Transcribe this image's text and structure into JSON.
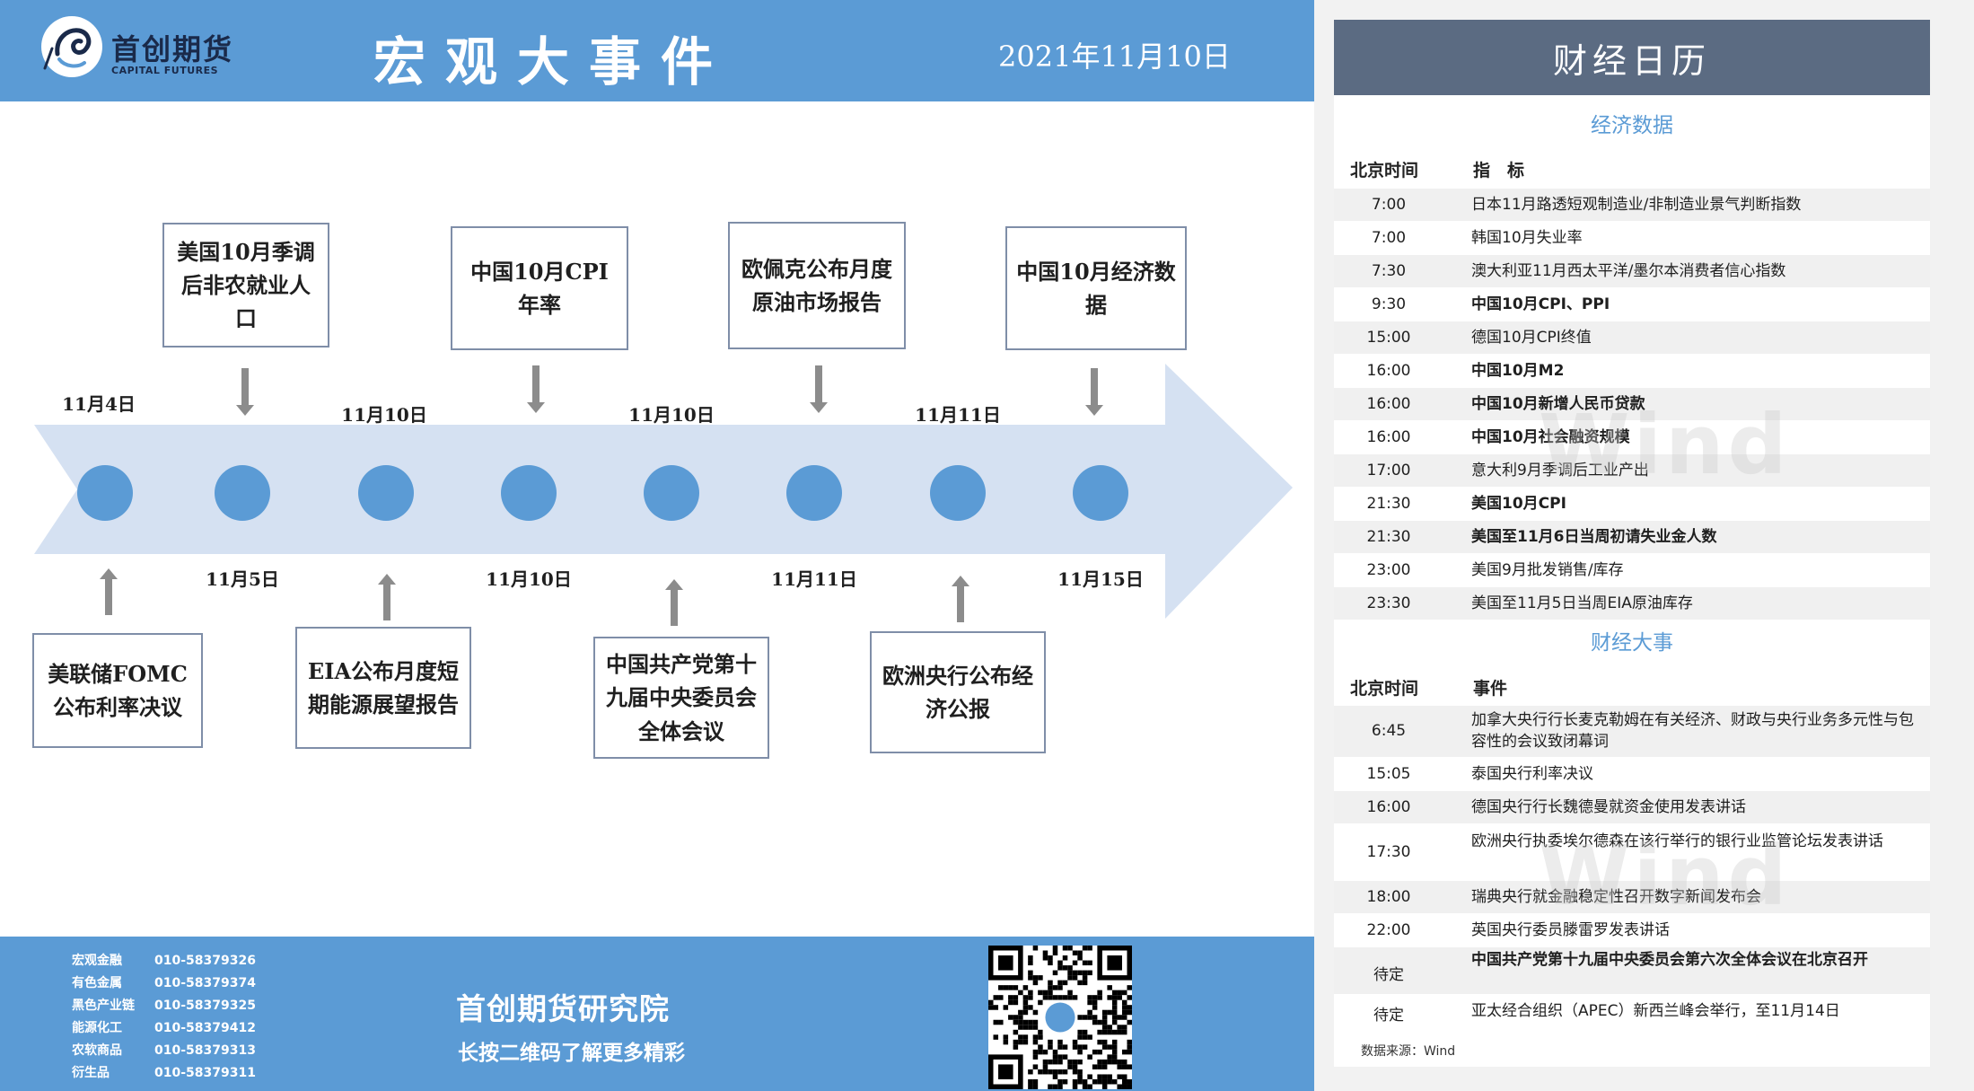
{
  "header": {
    "logo_cn": "首创期货",
    "logo_en": "CAPITAL FUTURES",
    "title": "宏观大事件",
    "date": "2021年11月10日"
  },
  "timeline": {
    "top_dates": [
      "11月4日",
      "11月10日",
      "11月10日",
      "11月11日"
    ],
    "bottom_dates": [
      "11月5日",
      "11月10日",
      "11月11日",
      "11月15日"
    ],
    "top_events": [
      "美国10月季调后非农就业人口",
      "中国10月CPI年率",
      "欧佩克公布月度原油市场报告",
      "中国10月经济数据"
    ],
    "bottom_events": [
      "美联储FOMC公布利率决议",
      "EIA公布月度短期能源展望报告",
      "中国共产党第十九届中央委员会全体会议",
      "欧洲央行公布经济公报"
    ]
  },
  "footer": {
    "contacts": [
      {
        "dept": "宏观金融",
        "phone": "010-58379326"
      },
      {
        "dept": "有色金属",
        "phone": "010-58379374"
      },
      {
        "dept": "黑色产业链",
        "phone": "010-58379325"
      },
      {
        "dept": "能源化工",
        "phone": "010-58379412"
      },
      {
        "dept": "农软商品",
        "phone": "010-58379313"
      },
      {
        "dept": "衍生品",
        "phone": "010-58379311"
      }
    ],
    "title": "首创期货研究院",
    "subtitle": "长按二维码了解更多精彩"
  },
  "calendar": {
    "title": "财经日历",
    "econ_section_title": "经济数据",
    "econ_col_time": "北京时间",
    "econ_col_item": "指　标",
    "econ_rows": [
      {
        "time": "7:00",
        "item": "日本11月路透短观制造业/非制造业景气判断指数",
        "bold": false
      },
      {
        "time": "7:00",
        "item": "韩国10月失业率",
        "bold": false
      },
      {
        "time": "7:30",
        "item": "澳大利亚11月西太平洋/墨尔本消费者信心指数",
        "bold": false
      },
      {
        "time": "9:30",
        "item": "中国10月CPI、PPI",
        "bold": true
      },
      {
        "time": "15:00",
        "item": "德国10月CPI终值",
        "bold": false
      },
      {
        "time": "16:00",
        "item": "中国10月M2",
        "bold": true
      },
      {
        "time": "16:00",
        "item": "中国10月新增人民币贷款",
        "bold": true
      },
      {
        "time": "16:00",
        "item": "中国10月社会融资规模",
        "bold": true
      },
      {
        "time": "17:00",
        "item": "意大利9月季调后工业产出",
        "bold": false
      },
      {
        "time": "21:30",
        "item": "美国10月CPI",
        "bold": true
      },
      {
        "time": "21:30",
        "item": "美国至11月6日当周初请失业金人数",
        "bold": true
      },
      {
        "time": "23:00",
        "item": "美国9月批发销售/库存",
        "bold": false
      },
      {
        "time": "23:30",
        "item": "美国至11月5日当周EIA原油库存",
        "bold": false
      }
    ],
    "event_section_title": "财经大事",
    "event_col_time": "北京时间",
    "event_col_item": "事件",
    "event_rows": [
      {
        "time": "6:45",
        "item": "加拿大央行行长麦克勒姆在有关经济、财政与央行业务多元性与包容性的会议致闭幕词",
        "bold": false
      },
      {
        "time": "15:05",
        "item": "泰国央行利率决议",
        "bold": false
      },
      {
        "time": "16:00",
        "item": "德国央行行长魏德曼就资金使用发表讲话",
        "bold": false
      },
      {
        "time": "17:30",
        "item": "欧洲央行执委埃尔德森在该行举行的银行业监管论坛发表讲话",
        "bold": false
      },
      {
        "time": "18:00",
        "item": "瑞典央行就金融稳定性召开数字新闻发布会",
        "bold": false
      },
      {
        "time": "22:00",
        "item": "英国央行委员滕雷罗发表讲话",
        "bold": false
      },
      {
        "time": "待定",
        "item": "中国共产党第十九届中央委员会第六次全体会议在北京召开",
        "bold": true
      },
      {
        "time": "待定",
        "item": "亚太经合组织（APEC）新西兰峰会举行，至11月14日",
        "bold": false
      }
    ],
    "source": "数据来源：Wind",
    "watermark": "Wind"
  },
  "colors": {
    "header_blue": "#5b9bd5",
    "calendar_header": "#5b6b82",
    "arrow_fill": "#d5e1f2",
    "node_fill": "#5b9bd5"
  }
}
